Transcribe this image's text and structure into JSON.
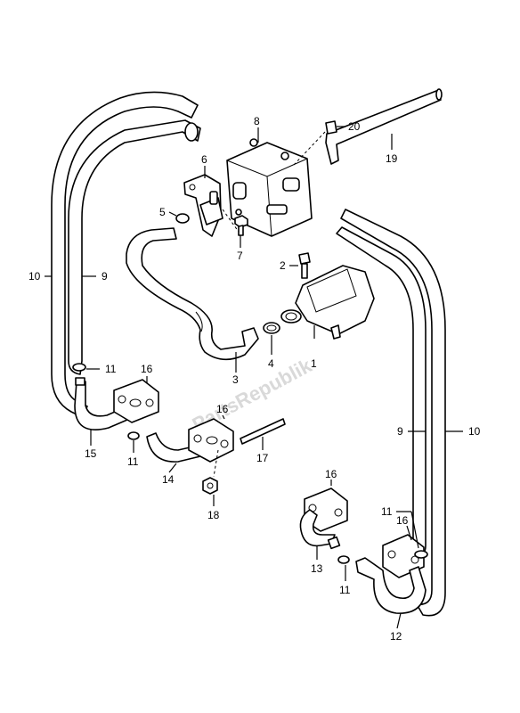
{
  "watermark": "PartsRepublik",
  "callouts": {
    "c1": "1",
    "c2": "2",
    "c3": "3",
    "c4": "4",
    "c5": "5",
    "c6": "6",
    "c7": "7",
    "c8": "8",
    "c9a": "9",
    "c9b": "9",
    "c10a": "10",
    "c10b": "10",
    "c11a": "11",
    "c11b": "11",
    "c11c": "11",
    "c11d": "11",
    "c12": "12",
    "c13": "13",
    "c14": "14",
    "c15": "15",
    "c16a": "16",
    "c16b": "16",
    "c16c": "16",
    "c16d": "16",
    "c17": "17",
    "c18": "18",
    "c19": "19",
    "c20": "20"
  }
}
